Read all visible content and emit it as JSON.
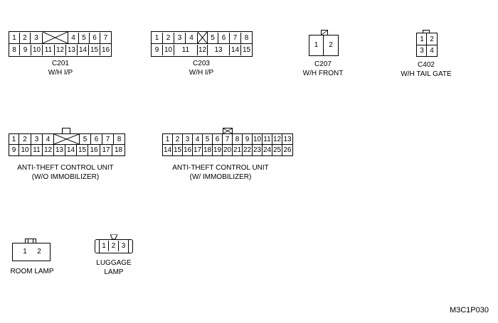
{
  "connectors": {
    "c201": {
      "rows": [
        [
          "1",
          "2",
          "3",
          "4",
          "5",
          "6",
          "7"
        ],
        [
          "8",
          "9",
          "10",
          "11",
          "12",
          "13",
          "14",
          "15",
          "16"
        ]
      ],
      "code": "C201",
      "harness": "W/H I/P"
    },
    "c203": {
      "rows": [
        [
          "1",
          "2",
          "3",
          "4",
          "5",
          "6",
          "7",
          "8"
        ],
        [
          "9",
          "10",
          "11",
          "12",
          "13",
          "14",
          "15"
        ]
      ],
      "code": "C203",
      "harness": "W/H I/P"
    },
    "c207": {
      "pins": [
        "1",
        "2"
      ],
      "code": "C207",
      "harness": "W/H FRONT"
    },
    "c402": {
      "rows": [
        [
          "1",
          "2"
        ],
        [
          "3",
          "4"
        ]
      ],
      "code": "C402",
      "harness": "W/H TAIL GATE"
    },
    "anti_theft_wo": {
      "rows": [
        [
          "1",
          "2",
          "3",
          "4",
          "5",
          "6",
          "7",
          "8"
        ],
        [
          "9",
          "10",
          "11",
          "12",
          "13",
          "14",
          "15",
          "16",
          "17",
          "18"
        ]
      ],
      "name": "ANTI-THEFT CONTROL UNIT",
      "variant": "(W/O IMMOBILIZER)"
    },
    "anti_theft_w": {
      "rows": [
        [
          "1",
          "2",
          "3",
          "4",
          "5",
          "6",
          "7",
          "8",
          "9",
          "10",
          "11",
          "12",
          "13"
        ],
        [
          "14",
          "15",
          "16",
          "17",
          "18",
          "19",
          "20",
          "21",
          "22",
          "23",
          "24",
          "25",
          "26"
        ]
      ],
      "name": "ANTI-THEFT CONTROL UNIT",
      "variant": "(W/ IMMOBILIZER)"
    },
    "room_lamp": {
      "pins": [
        "1",
        "2"
      ],
      "name": "ROOM LAMP"
    },
    "luggage_lamp": {
      "pins": [
        "1",
        "2",
        "3"
      ],
      "name_line1": "LUGGAGE",
      "name_line2": "LAMP"
    }
  },
  "reference_code": "M3C1P030"
}
